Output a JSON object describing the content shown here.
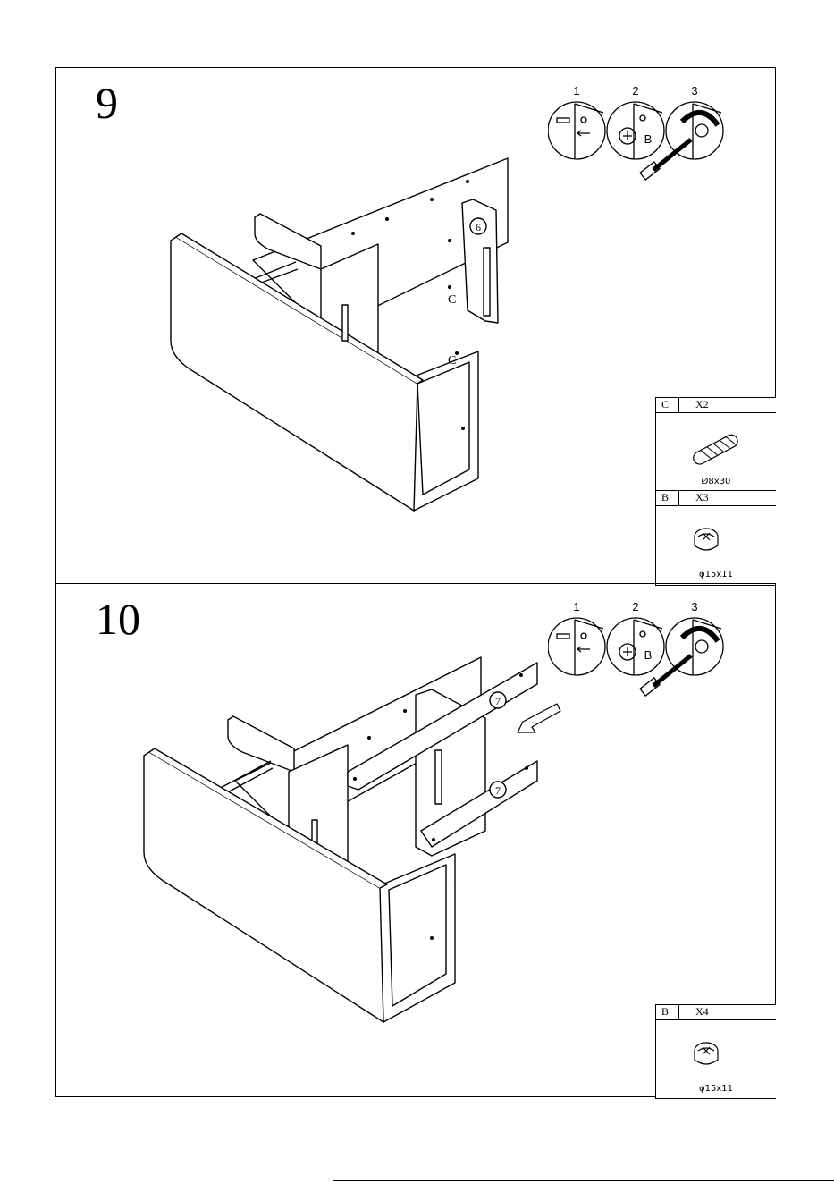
{
  "step9": {
    "number": "9",
    "sub_steps": [
      "1",
      "2",
      "3"
    ],
    "cam_label": "B",
    "panel_label": "6",
    "dowel_labels": [
      "C",
      "C"
    ],
    "parts": [
      {
        "code": "C",
        "qty": "X2",
        "dim": "Ø8x30",
        "icon": "dowel-icon"
      },
      {
        "code": "B",
        "qty": "X3",
        "dim": "φ15x11",
        "icon": "cam-lock-icon"
      }
    ]
  },
  "step10": {
    "number": "10",
    "sub_steps": [
      "1",
      "2",
      "3"
    ],
    "cam_label": "B",
    "rail_labels": [
      "7",
      "7"
    ],
    "parts": [
      {
        "code": "B",
        "qty": "X4",
        "dim": "φ15x11",
        "icon": "cam-lock-icon"
      }
    ]
  }
}
